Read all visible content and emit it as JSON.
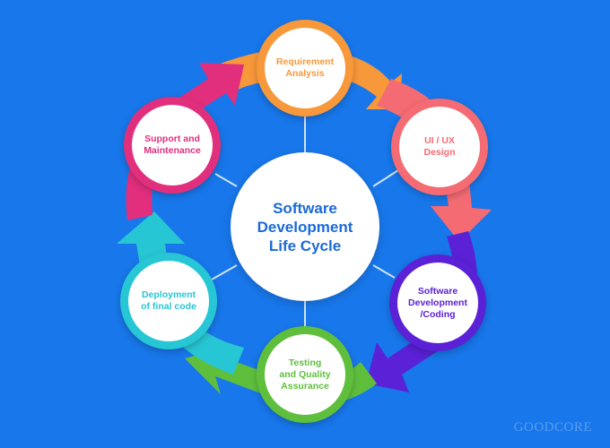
{
  "center": {
    "title": "Software\nDevelopment\nLife Cycle"
  },
  "phases": [
    {
      "label": "Requirement\nAnalysis",
      "color": "#f7983a"
    },
    {
      "label": "UI / UX\nDesign",
      "color": "#f46b73"
    },
    {
      "label": "Software\nDevelopment\n/Coding",
      "color": "#5a21d6"
    },
    {
      "label": "Testing\nand Quality\nAssurance",
      "color": "#5fbf3d"
    },
    {
      "label": "Deployment\nof final code",
      "color": "#27c6d4"
    },
    {
      "label": "Support and\nMaintenance",
      "color": "#e12f7d"
    }
  ],
  "spoke_color": "#cfe2fb",
  "watermark": "GOODCORE"
}
